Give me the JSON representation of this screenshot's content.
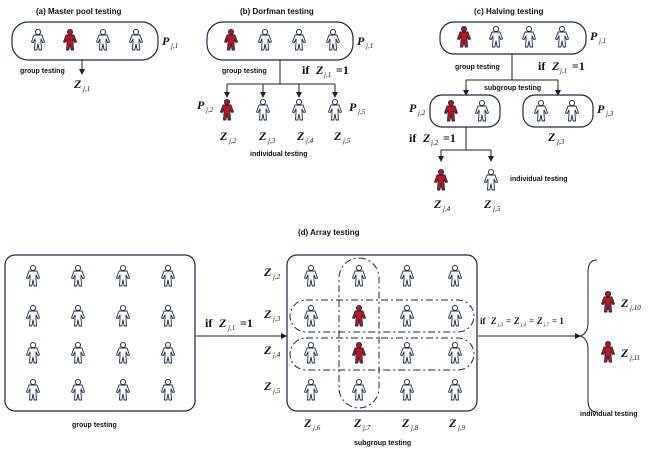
{
  "captions": {
    "a": "(a) Master pool testing",
    "b": "(b) Dorfman testing",
    "c": "(c) Halving testing",
    "d": "(d) Array testing"
  },
  "labels": {
    "group_testing": "group testing",
    "individual_testing": "individual testing",
    "subgroup_testing": "subgroup testing"
  },
  "symbols": {
    "P": "P",
    "Z": "Z",
    "if": "if",
    "eq1": "=1",
    "eq1_spaced": "= 1",
    "j1": "j,1",
    "j2": "j,2",
    "j3": "j,3",
    "j4": "j,4",
    "j5": "j,5",
    "j6": "j,6",
    "j7": "j,7",
    "j8": "j,8",
    "j9": "j,9",
    "j10": "j,10",
    "j11": "j,11"
  },
  "colors": {
    "positive": "#c0141c",
    "negative": "#ffffff",
    "outline": "#1a2a44"
  },
  "icon": "person-icon",
  "pools": {
    "master": {
      "positives": [
        2
      ]
    },
    "dorfman": {
      "positives": [
        1
      ]
    },
    "halving": {
      "positives": [
        1
      ]
    },
    "array": {
      "grid_rows": 4,
      "grid_cols": 4,
      "positives": [
        [
          2,
          2
        ],
        [
          3,
          2
        ]
      ]
    }
  }
}
